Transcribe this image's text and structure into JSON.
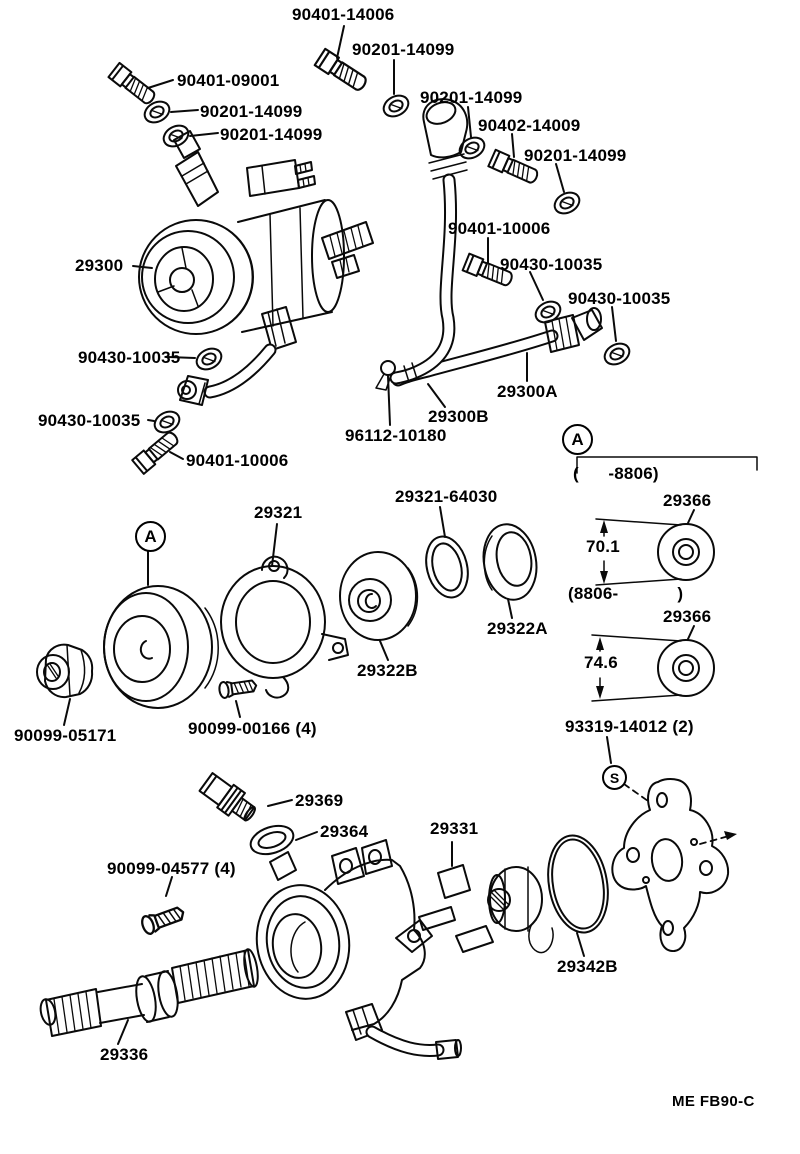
{
  "sheet": {
    "code": "ME FB90-C"
  },
  "section_markers": [
    {
      "letter": "A"
    },
    {
      "letter": "A"
    },
    {
      "letter": "S"
    }
  ],
  "detail_panel": {
    "early_range": "(      -8806)",
    "late_range": "(8806-            )",
    "early_diameter": "70.1",
    "late_diameter": "74.6"
  },
  "part_labels": [
    {
      "text": "90401-14006"
    },
    {
      "text": "90201-14099"
    },
    {
      "text": "90401-09001"
    },
    {
      "text": "90201-14099"
    },
    {
      "text": "90201-14099"
    },
    {
      "text": "90201-14099"
    },
    {
      "text": "90402-14009"
    },
    {
      "text": "90201-14099"
    },
    {
      "text": "90401-10006"
    },
    {
      "text": "90430-10035"
    },
    {
      "text": "90430-10035"
    },
    {
      "text": "29300"
    },
    {
      "text": "90430-10035"
    },
    {
      "text": "29300A"
    },
    {
      "text": "90430-10035"
    },
    {
      "text": "29300B"
    },
    {
      "text": "96112-10180"
    },
    {
      "text": "90401-10006"
    },
    {
      "text": "29321"
    },
    {
      "text": "29321-64030"
    },
    {
      "text": "29322A"
    },
    {
      "text": "29322B"
    },
    {
      "text": "90099-05171"
    },
    {
      "text": "90099-00166 (4)"
    },
    {
      "text": "29369"
    },
    {
      "text": "29364"
    },
    {
      "text": "29331"
    },
    {
      "text": "90099-04577 (4)"
    },
    {
      "text": "29342B"
    },
    {
      "text": "29336"
    },
    {
      "text": "29366"
    },
    {
      "text": "29366"
    },
    {
      "text": "93319-14012 (2)"
    }
  ]
}
